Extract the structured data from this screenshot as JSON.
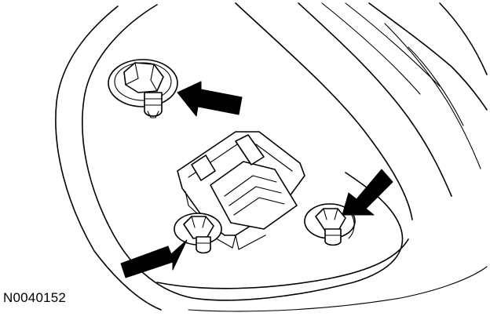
{
  "figure": {
    "id_label": "N0040152"
  },
  "callouts": [
    {
      "name": "upper-nut",
      "icon": "arrow-icon"
    },
    {
      "name": "lower-left-nut",
      "icon": "arrow-icon"
    },
    {
      "name": "lower-right-nut",
      "icon": "arrow-icon"
    }
  ],
  "colors": {
    "line": "#000000",
    "background": "#ffffff"
  }
}
